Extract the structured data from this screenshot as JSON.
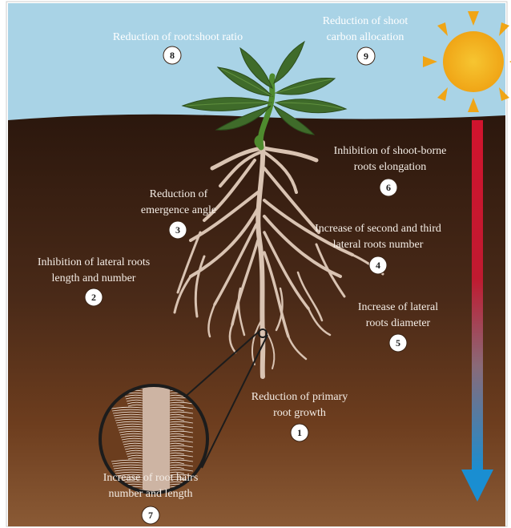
{
  "labels": {
    "l1": {
      "line1": "Reduction of primary",
      "line2": "root growth",
      "num": "1"
    },
    "l2": {
      "line1": "Inhibition of lateral roots",
      "line2": "length and number",
      "num": "2"
    },
    "l3": {
      "line1": "Reduction of",
      "line2": "emergence angle",
      "num": "3"
    },
    "l4": {
      "line1": "Increase of second and third",
      "line2": "lateral roots number",
      "num": "4"
    },
    "l5": {
      "line1": "Increase of lateral",
      "line2": "roots diameter",
      "num": "5"
    },
    "l6": {
      "line1": "Inhibition of  shoot-borne",
      "line2": "roots elongation",
      "num": "6"
    },
    "l7": {
      "line1": "Increase of root hairs",
      "line2": "number and length",
      "num": "7"
    },
    "l8": {
      "line1": "Reduction of root:shoot ratio",
      "num": "8"
    },
    "l9": {
      "line1": "Reduction of shoot",
      "line2": "carbon allocation",
      "num": "9"
    }
  },
  "colors": {
    "sky": "#a9d3e6",
    "soil_top": "#2d1a10",
    "soil_bottom": "#7a4a2a",
    "root": "#d9c3b2",
    "leaf": "#3f6b2a",
    "sun": "#f2b21a",
    "arrow_top": "#d1142e",
    "arrow_bottom": "#1a8ed1"
  }
}
